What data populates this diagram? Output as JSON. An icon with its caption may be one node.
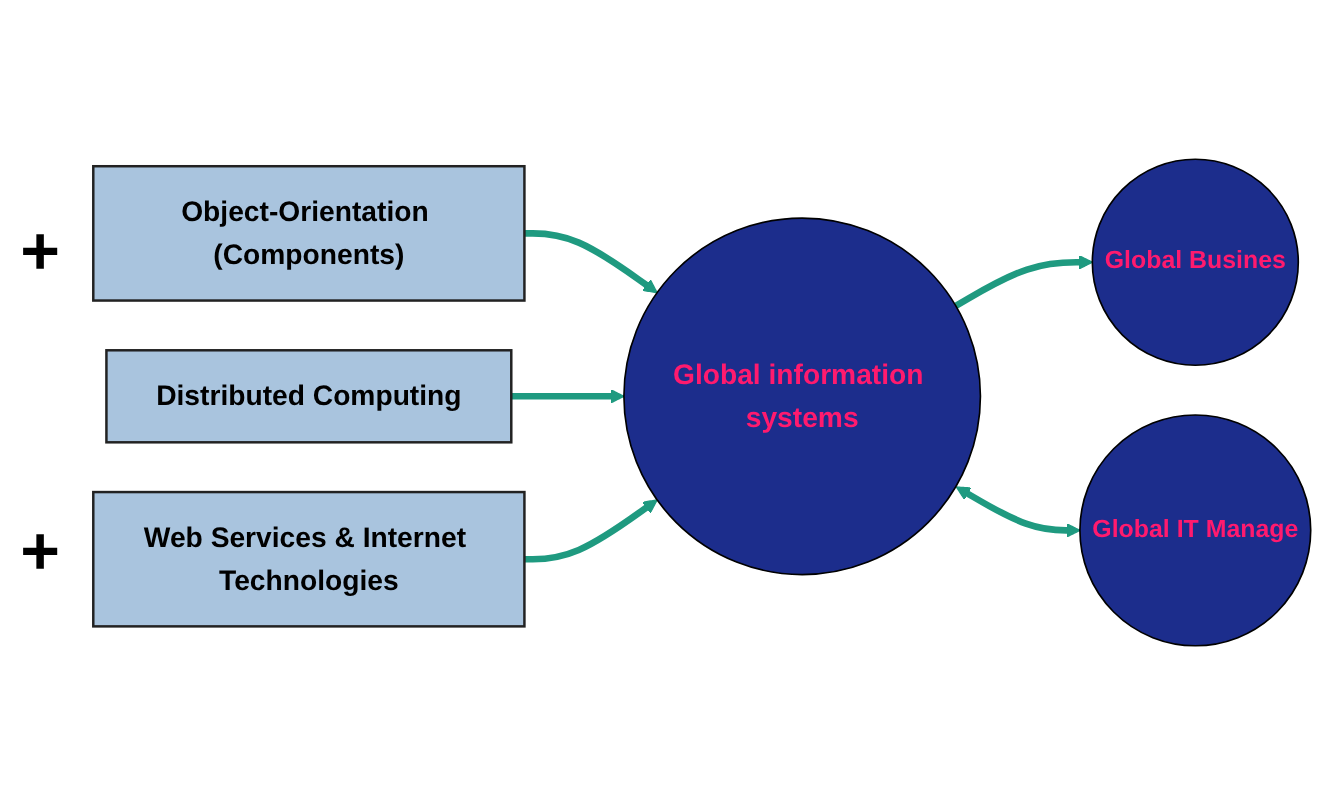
{
  "diagram": {
    "nodes": [
      {
        "text": [
          "Object-Orientation (Components)"
        ]
      },
      {
        "text": [
          "Distributed Computing"
        ]
      },
      {
        "text": [
          "Web Services & Internet Technologies"
        ]
      },
      {
        "text": [
          "Global information systems"
        ]
      },
      {
        "text": [
          "Global Busines"
        ]
      },
      {
        "text": [
          "Global IT Manage"
        ]
      }
    ],
    "edges": [
      {
        "from": 0,
        "to": 3,
        "arrow": "to"
      },
      {
        "from": 1,
        "to": 3,
        "arrow": "to"
      },
      {
        "from": 2,
        "to": 3,
        "arrow": "to"
      },
      {
        "from": 3,
        "to": 4,
        "arrow": "to"
      },
      {
        "from": 3,
        "to": 5,
        "arrow": "both"
      }
    ],
    "labels": [
      "+",
      "+"
    ]
  }
}
